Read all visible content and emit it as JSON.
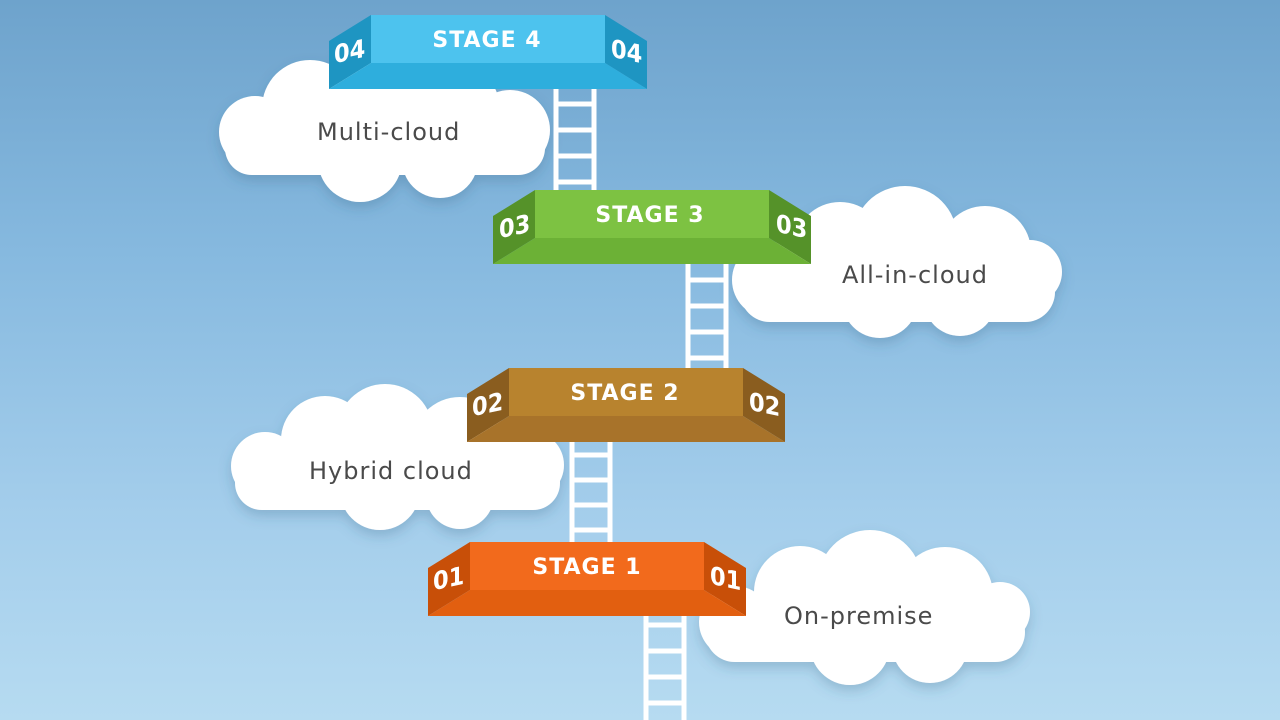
{
  "colors": {
    "sky_top": "#6ea3cc",
    "sky_bottom": "#b6dbf1",
    "cloud": "#ffffff",
    "ladder": "#ffffff",
    "label_text": "#4a4a4a"
  },
  "stages": [
    {
      "id": "stage-1",
      "title": "STAGE 1",
      "number": "01",
      "label": "On-premise",
      "color_top": "#f26a1c",
      "color_front": "#e25f10",
      "color_side": "#c84f08"
    },
    {
      "id": "stage-2",
      "title": "STAGE 2",
      "number": "02",
      "label": "Hybrid cloud",
      "color_top": "#b8832e",
      "color_front": "#a8732a",
      "color_side": "#8a5d1f"
    },
    {
      "id": "stage-3",
      "title": "STAGE 3",
      "number": "03",
      "label": "All-in-cloud",
      "color_top": "#7dc242",
      "color_front": "#6cb136",
      "color_side": "#559229"
    },
    {
      "id": "stage-4",
      "title": "STAGE 4",
      "number": "04",
      "label": "Multi-cloud",
      "color_top": "#4dc3ee",
      "color_front": "#2eaedd",
      "color_side": "#1e95c2"
    }
  ]
}
